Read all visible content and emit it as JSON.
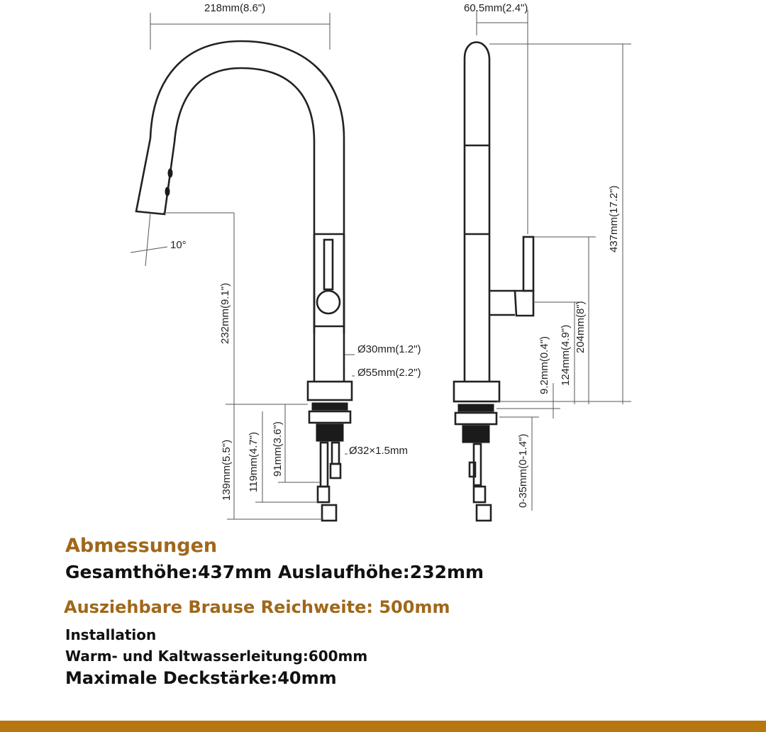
{
  "dimensions": {
    "spout_reach": "218mm(8.6\")",
    "depth": "60.5mm(2.4\")",
    "spray_angle": "10°",
    "spout_height": "232mm(9.1\")",
    "total_height": "437mm(17.2\")",
    "handle_height": "204mm(8\")",
    "lever_height": "124mm(4.9\")",
    "base_offset": "9.2mm(0.4\")",
    "body_diameter": "Ø30mm(1.2\")",
    "base_diameter": "Ø55mm(2.2\")",
    "thread": "Ø32×1.5mm",
    "below_deck_1": "139mm(5.5\")",
    "below_deck_2": "119mm(4.7\")",
    "below_deck_3": "91mm(3.6\")",
    "deck_range": "0-35mm(0-1.4\")"
  },
  "specs": {
    "heading": "Abmessungen",
    "heights": "Gesamthöhe:437mm Auslaufhöhe:232mm",
    "reach": "Ausziehbare Brause Reichweite: 500mm",
    "installation": "Installation",
    "pipe": "Warm- und Kaltwasserleitung:600mm",
    "deck": "Maximale Deckstärke:40mm"
  },
  "colors": {
    "accent": "#a0671a",
    "bar": "#b8760f",
    "ink": "#222222"
  }
}
